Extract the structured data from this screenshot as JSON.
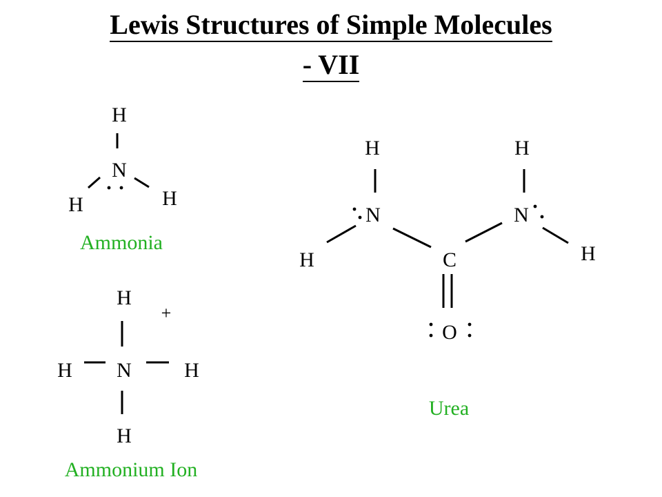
{
  "title": {
    "line1": "Lewis Structures of Simple Molecules",
    "line2": "- VII"
  },
  "colors": {
    "caption": "#22b022",
    "text": "#000000",
    "background": "#ffffff"
  },
  "ammonia": {
    "caption": "Ammonia",
    "atoms": {
      "n": "N",
      "h_top": "H",
      "h_left": "H",
      "h_right": "H"
    }
  },
  "ammonium_ion": {
    "caption": "Ammonium Ion",
    "charge": "+",
    "atoms": {
      "n": "N",
      "h_top": "H",
      "h_left": "H",
      "h_right": "H",
      "h_bottom": "H"
    }
  },
  "urea": {
    "caption": "Urea",
    "atoms": {
      "c": "C",
      "o": "O",
      "n_left": "N",
      "n_right": "N",
      "h_left_top": "H",
      "h_left_side": "H",
      "h_right_top": "H",
      "h_right_side": "H"
    }
  }
}
